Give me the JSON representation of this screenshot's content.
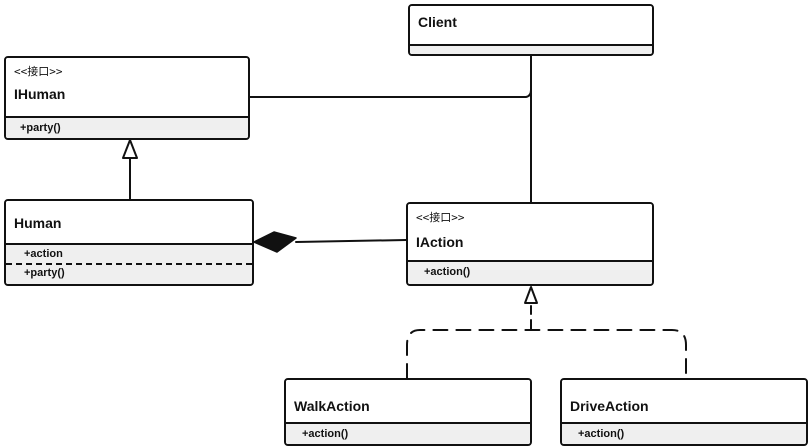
{
  "diagram": {
    "classes": {
      "client": {
        "name": "Client",
        "stereotype": "",
        "members": []
      },
      "ihuman": {
        "name": "IHuman",
        "stereotype": "<<接口>>",
        "members": [
          "+party()"
        ]
      },
      "human": {
        "name": "Human",
        "stereotype": "",
        "fields": [
          "+action"
        ],
        "methods": [
          "+party()"
        ]
      },
      "iaction": {
        "name": "IAction",
        "stereotype": "<<接口>>",
        "members": [
          "+action()"
        ]
      },
      "walkaction": {
        "name": "WalkAction",
        "stereotype": "",
        "members": [
          "+action()"
        ]
      },
      "driveaction": {
        "name": "DriveAction",
        "stereotype": "",
        "members": [
          "+action()"
        ]
      }
    },
    "relations": [
      {
        "type": "association",
        "from": "client",
        "to": "ihuman"
      },
      {
        "type": "association",
        "from": "client",
        "to": "iaction"
      },
      {
        "type": "generalization",
        "from": "human",
        "to": "ihuman"
      },
      {
        "type": "composition",
        "from": "iaction",
        "to": "human"
      },
      {
        "type": "realization",
        "from": "walkaction",
        "to": "iaction"
      },
      {
        "type": "realization",
        "from": "driveaction",
        "to": "iaction"
      }
    ],
    "line_color": "#111111",
    "member_background": "#efefef"
  }
}
